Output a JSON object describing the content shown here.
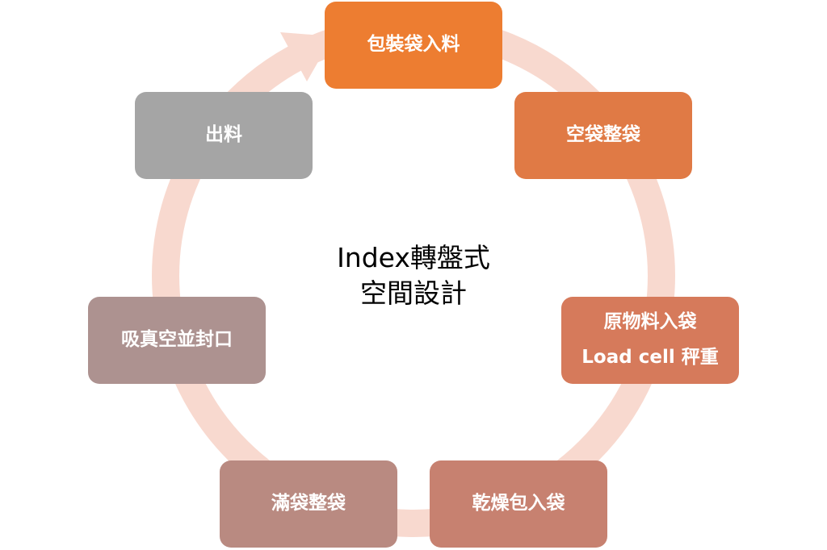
{
  "center": {
    "line1": "Index轉盤式",
    "line2": "空間設計"
  },
  "steps": [
    {
      "label": "包裝袋入料",
      "color": "#ED7D31"
    },
    {
      "label": "空袋整袋",
      "color": "#E07A45"
    },
    {
      "label": "原物料入袋",
      "label2": "Load cell 秤重",
      "color": "#D67A5B"
    },
    {
      "label": "乾燥包入袋",
      "color": "#C78170"
    },
    {
      "label": "滿袋整袋",
      "color": "#B98A81"
    },
    {
      "label": "吸真空並封口",
      "color": "#AD9290"
    },
    {
      "label": "出料",
      "color": "#A5A5A5"
    }
  ],
  "ring": {
    "color": "#F8D9CF"
  }
}
